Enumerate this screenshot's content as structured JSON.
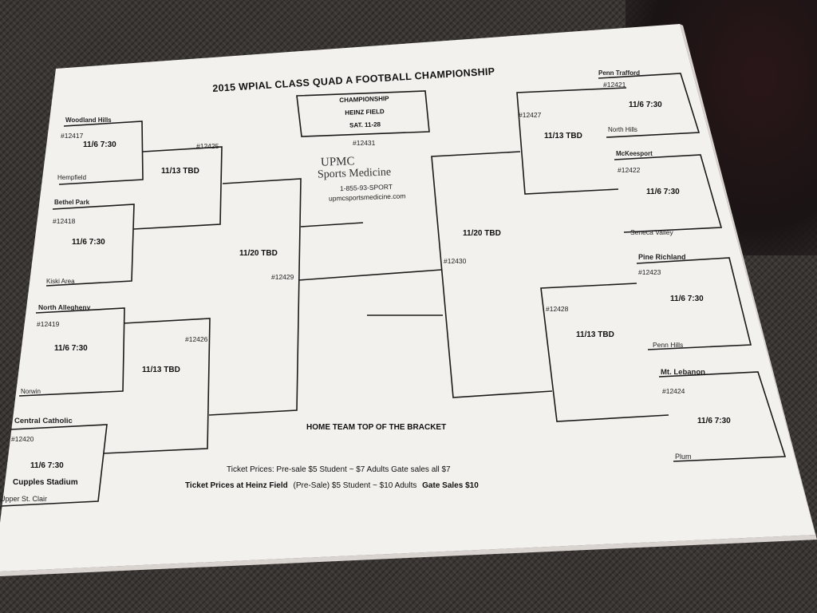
{
  "title": "2015 WPIAL CLASS QUAD A FOOTBALL CHAMPIONSHIP",
  "championship": {
    "line1": "CHAMPIONSHIP",
    "line2": "HEINZ FIELD",
    "line3": "SAT. 11-28",
    "game_no": "#12431"
  },
  "sponsor": {
    "name_line1": "UPMC",
    "name_line2": "Sports Medicine",
    "phone": "1-855-93-SPORT",
    "url": "upmcsportsmedicine.com"
  },
  "left": {
    "r1": [
      {
        "home": "Woodland Hills",
        "away": "Hempfield",
        "num": "#12417",
        "time": "11/6  7:30"
      },
      {
        "home": "Bethel Park",
        "away": "Kiski Area",
        "num": "#12418",
        "time": "11/6  7:30"
      },
      {
        "home": "North Allegheny",
        "away": "Norwin",
        "num": "#12419",
        "time": "11/6  7:30"
      },
      {
        "home": "Central Catholic",
        "away": "Upper St. Clair",
        "num": "#12420",
        "time": "11/6  7:30",
        "venue": "Cupples Stadium"
      }
    ],
    "r2": [
      {
        "num": "#12425",
        "time": "11/13  TBD"
      },
      {
        "num": "#12426",
        "time": "11/13  TBD"
      }
    ],
    "semi": {
      "num": "#12429",
      "time": "11/20  TBD"
    }
  },
  "right": {
    "r1": [
      {
        "home": "Penn Trafford",
        "away": "North Hills",
        "num": "#12421",
        "time": "11/6  7:30"
      },
      {
        "home": "McKeesport",
        "away": "Seneca Valley",
        "num": "#12422",
        "time": "11/6  7:30"
      },
      {
        "home": "Pine Richland",
        "away": "Penn Hills",
        "num": "#12423",
        "time": "11/6  7:30"
      },
      {
        "home": "Mt. Lebanon",
        "away": "Plum",
        "num": "#12424",
        "time": "11/6  7:30"
      }
    ],
    "r2": [
      {
        "num": "#12427",
        "time": "11/13  TBD"
      },
      {
        "num": "#12428",
        "time": "11/13  TBD"
      }
    ],
    "semi": {
      "num": "#12430",
      "time": "11/20  TBD"
    }
  },
  "note": "HOME TEAM TOP OF THE BRACKET",
  "tickets": {
    "line1": "Ticket Prices:  Pre-sale $5 Student ~ $7 Adults   Gate sales all $7",
    "line2_a": "Ticket Prices at Heinz Field",
    "line2_b": "(Pre-Sale) $5 Student ~ $10 Adults",
    "line2_c": "Gate Sales  $10"
  }
}
